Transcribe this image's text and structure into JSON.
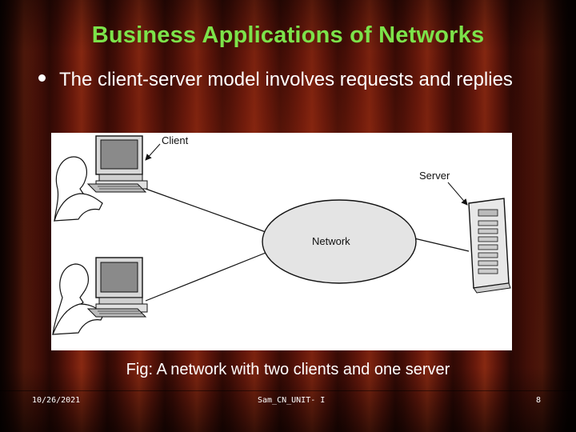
{
  "slide": {
    "title": "Business Applications of Networks",
    "bullet": "The client-server model involves requests and replies",
    "figure": {
      "label_client": "Client",
      "label_server": "Server",
      "label_network": "Network"
    },
    "caption": "Fig: A network with two clients and one server",
    "footer": {
      "date": "10/26/2021",
      "center": "Sam_CN_UNIT- I",
      "page": "8"
    }
  },
  "colors": {
    "title": "#7ce34a",
    "text": "#ffffff",
    "background": "#6a1a0c"
  }
}
